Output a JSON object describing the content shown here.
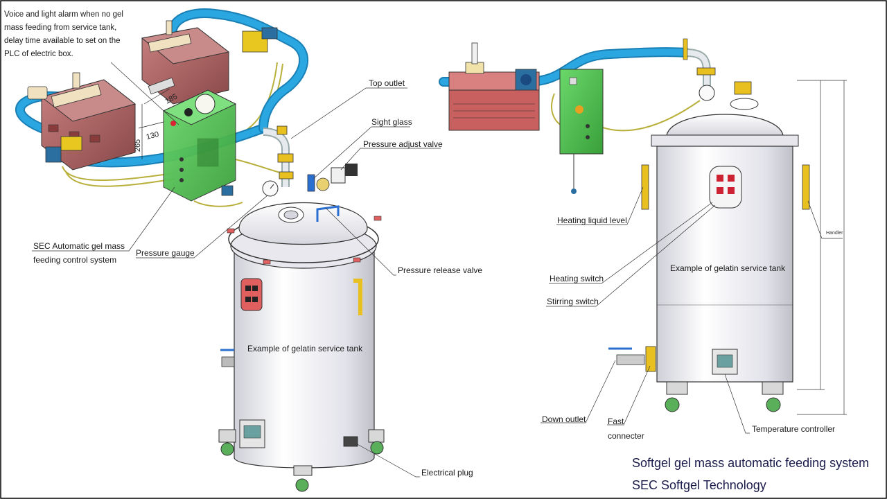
{
  "labels": {
    "alarm_note": "Voice and light alarm when no gel mass feeding from service tank, delay time available to set on the PLC of electric box.",
    "top_outlet": "Top outlet",
    "sight_glass": "Sight glass",
    "pressure_adjust_valve": "Pressure adjust valve",
    "sec_control_line1": "SEC Automatic gel mass",
    "sec_control_line2": "feeding control system",
    "pressure_gauge": "Pressure gauge",
    "pressure_release_valve": "Pressure release valve",
    "tank_left": "Example of gelatin service tank",
    "electrical_plug": "Electrical plug",
    "heating_liquid_level": "Heating liquid level",
    "heating_switch": "Heating switch",
    "stirring_switch": "Stirring switch",
    "tank_right": "Example of gelatin service tank",
    "handler": "Handler",
    "down_outlet": "Down outlet",
    "fast_connecter_line1": "Fast",
    "fast_connecter_line2": "connecter",
    "temperature_controller": "Temperature controller"
  },
  "dimensions": {
    "d185": "185",
    "d130": "130",
    "d265": "265"
  },
  "footer": {
    "title": "Softgel gel mass automatic feeding system",
    "company": "SEC Softgel Technology"
  },
  "colors": {
    "hose": "#2aa7e0",
    "hose_dark": "#1a7fb5",
    "pump_body": "#b56a6a",
    "control_box": "#4fc04f",
    "tank": "#f4f4f7",
    "handle": "#e8c020",
    "wire": "#c8b840"
  }
}
